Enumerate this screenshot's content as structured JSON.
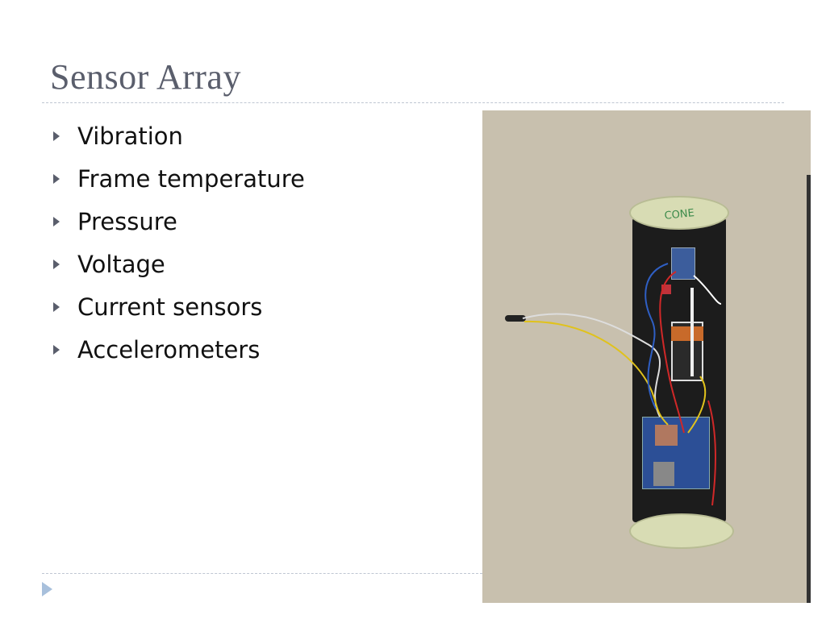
{
  "slide": {
    "title": "Sensor Array",
    "bullets": [
      "Vibration",
      "Frame temperature",
      "Pressure",
      "Voltage",
      "Current sensors",
      "Accelerometers"
    ]
  },
  "photo": {
    "cap_label": "CONE"
  },
  "colors": {
    "title": "#5a5e6c",
    "text": "#111111",
    "nav_arrow": "#a8c0dc"
  }
}
